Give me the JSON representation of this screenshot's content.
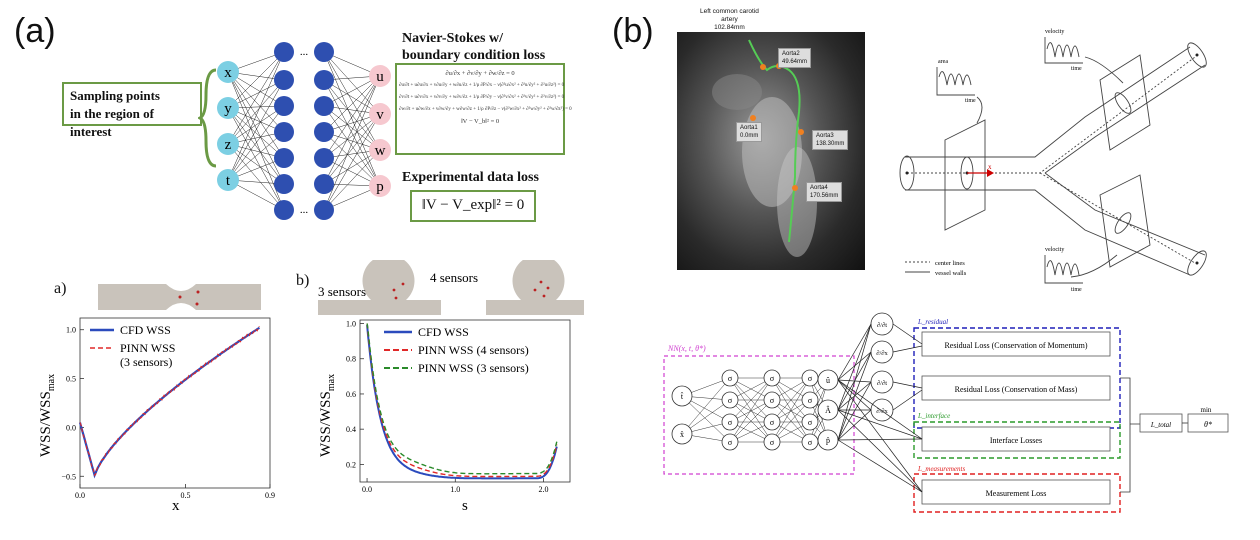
{
  "panel_a": {
    "label": "(a)",
    "sampling_box": {
      "line1": "Sampling points",
      "line2": "in the region of interest"
    },
    "inputs": [
      "x",
      "y",
      "z",
      "t"
    ],
    "outputs": [
      "u",
      "v",
      "w",
      "p"
    ],
    "ellipsis": "...",
    "ns_title_line1": "Navier-Stokes w/",
    "ns_title_line2": "boundary condition loss",
    "ns_equations": [
      "∂u/∂x + ∂v/∂y + ∂w/∂z = 0",
      "∂u/∂t + u∂u/∂x + v∂u/∂y + w∂u/∂z + 1/ρ ∂P/∂x − ν(∂²u/∂x² + ∂²u/∂y² + ∂²u/∂z²) = 0",
      "∂v/∂t + u∂v/∂x + v∂v/∂y + w∂v/∂z + 1/ρ ∂P/∂y − ν(∂²v/∂x² + ∂²v/∂y² + ∂²v/∂z²) = 0",
      "∂w/∂t + u∂w/∂x + v∂w/∂y + w∂w/∂z + 1/ρ ∂P/∂z − ν(∂²w/∂x² + ∂²w/∂y² + ∂²w/∂z²) = 0",
      "‖V − V_b‖² = 0"
    ],
    "exp_title": "Experimental data loss",
    "exp_equation": "‖V − V_exp‖² = 0"
  },
  "subplot_a": {
    "label": "a)",
    "legend": [
      "CFD WSS",
      "PINN WSS",
      "(3 sensors)"
    ],
    "ylabel": "WSS/WSS",
    "ylabel_sub": "max",
    "xlabel": "x",
    "yticks": [
      "1.0",
      "0.5",
      "0.0",
      "−0.5"
    ],
    "xticks": [
      "0.0",
      "0.5",
      "0.9"
    ]
  },
  "subplot_b": {
    "label": "b)",
    "geom_label_1": "3 sensors",
    "geom_label_2": "4 sensors",
    "legend": [
      "CFD WSS",
      "PINN WSS (4 sensors)",
      "PINN WSS (3 sensors)"
    ],
    "ylabel": "WSS/WSS",
    "ylabel_sub": "max",
    "xlabel": "s",
    "yticks": [
      "1.0",
      "0.8",
      "0.6",
      "0.4",
      "0.2"
    ],
    "xticks": [
      "0.0",
      "1.0",
      "2.0"
    ]
  },
  "panel_b": {
    "label": "(b)",
    "mri_labels": {
      "carotid": {
        "line1": "Left common carotid",
        "line2": "artery",
        "line3": "102.84mm"
      },
      "aorta2": {
        "line1": "Aorta2",
        "line2": "49.64mm"
      },
      "aorta1": {
        "line1": "Aorta1",
        "line2": "0.0mm"
      },
      "aorta3": {
        "line1": "Aorta3",
        "line2": "138.30mm"
      },
      "aorta4": {
        "line1": "Aorta4",
        "line2": "170.56mm"
      }
    },
    "vessel_plot_labels": {
      "area": "area",
      "time": "time",
      "velocity": "velocity",
      "x": "x"
    },
    "vessel_legend": [
      "center lines",
      "vessel walls"
    ],
    "network_label": "NN(x, t, θ*)",
    "inputs": [
      "t̂",
      "x̂"
    ],
    "hidden": "σ",
    "outputs": [
      "û",
      "Â",
      "p̂"
    ],
    "derivatives": [
      "∂/∂t",
      "∂/∂x",
      "∂/∂t",
      "∂/∂x"
    ],
    "residual_title": "L_residual",
    "residual_losses": [
      "Residual Loss (Conservation of Momentum)",
      "Residual Loss (Conservation of Mass)"
    ],
    "interface_title": "L_interface",
    "interface_loss": "Interface Losses",
    "measurement_title": "L_measurements",
    "measurement_loss": "Measurement Loss",
    "total_label": "L_total",
    "min_label": "min",
    "theta_label": "θ*"
  },
  "colors": {
    "green_border": "#6b9a45",
    "input_node": "#7ccfe3",
    "output_node": "#f6c8cf",
    "hidden_node": "#2e4fb0",
    "cfd_line": "#2b4bbd",
    "pinn_red": "#e02828",
    "pinn_green": "#2a8a2a",
    "residual_border": "#1f1fb8",
    "interface_border": "#2a9a2a",
    "measurement_border": "#e02020",
    "network_border": "#d040d0",
    "centerline": "#55cc55",
    "marker": "#f08020"
  }
}
